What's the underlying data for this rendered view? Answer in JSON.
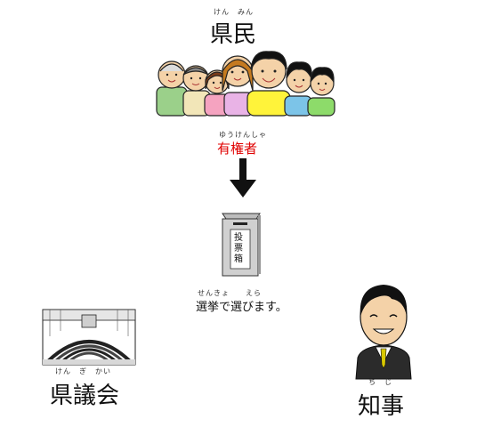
{
  "citizens": {
    "ruby": "けん　みん",
    "label": "県民"
  },
  "voters": {
    "ruby": "ゆうけんしゃ",
    "label": "有権者",
    "color": "#e00000"
  },
  "ballot_box": {
    "label": "投票箱"
  },
  "election": {
    "ruby": "せんきょ　　えら",
    "text": "選挙で選びます。"
  },
  "assembly": {
    "ruby": "けん　ぎ　かい",
    "label": "県議会"
  },
  "governor": {
    "ruby": "ち　じ",
    "label": "知事"
  },
  "icons": [
    "people-group-icon",
    "arrow-down-icon",
    "ballot-box-icon",
    "assembly-hall-icon",
    "governor-icon"
  ]
}
